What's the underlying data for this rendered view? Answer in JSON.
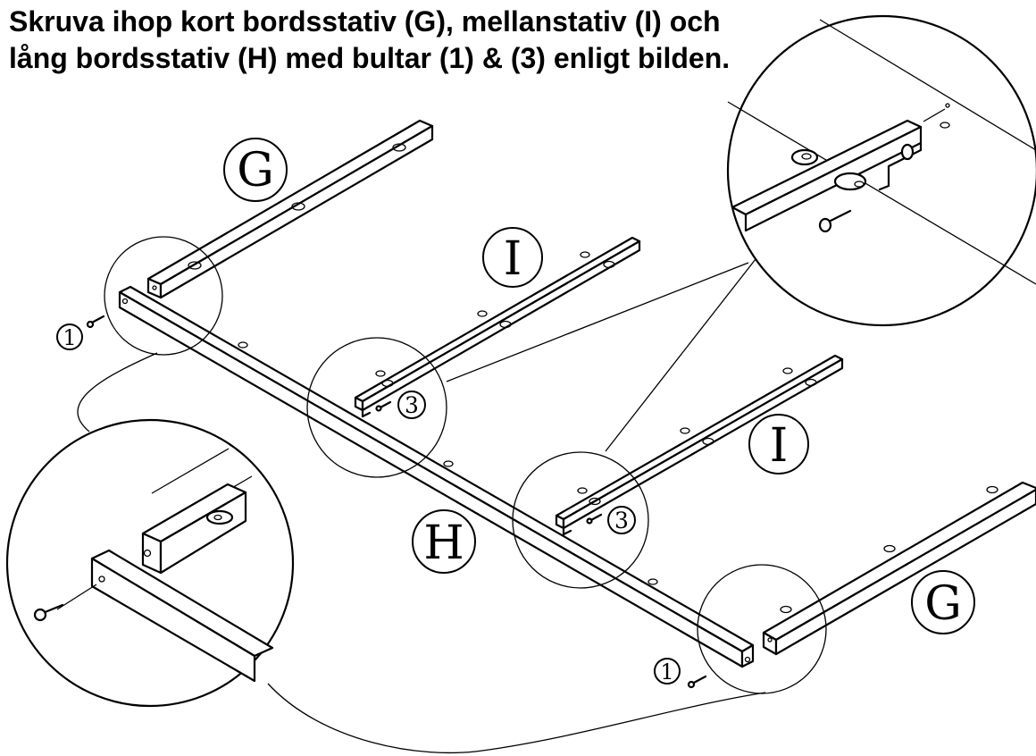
{
  "instruction": {
    "line1": "Skruva ihop kort bordsstativ (G), mellanstativ (I) och",
    "line2": "lång bordsstativ (H) med bultar (1) & (3) enligt bilden."
  },
  "part_labels": {
    "G_top": "G",
    "G_right": "G",
    "I_top": "I",
    "I_lower": "I",
    "H": "H"
  },
  "bolt_labels": {
    "bolt1_left": "1",
    "bolt1_right": "1",
    "bolt3_upper": "3",
    "bolt3_lower": "3"
  }
}
